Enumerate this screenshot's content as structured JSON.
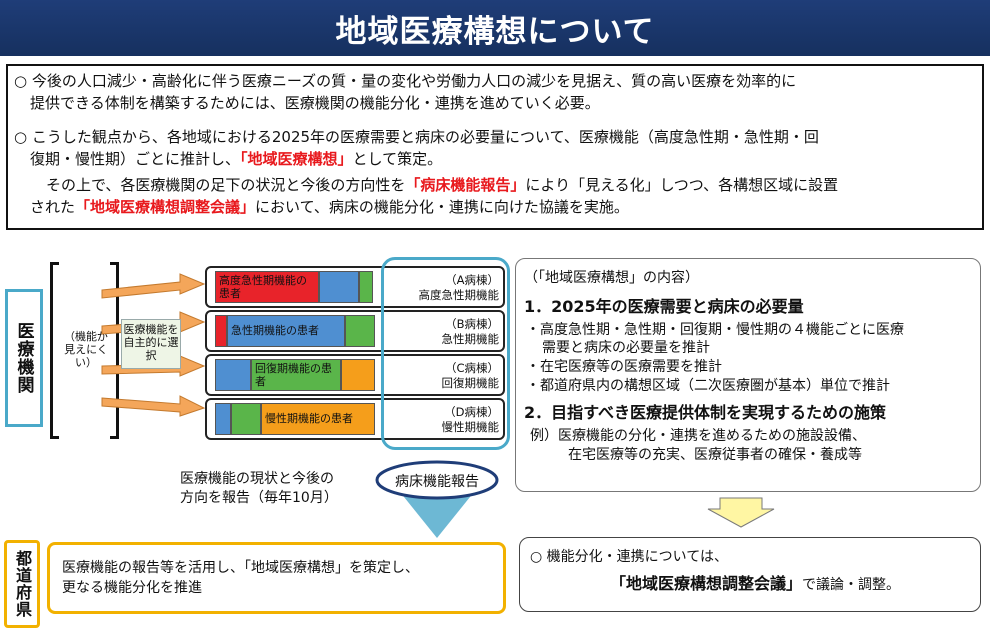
{
  "header": {
    "title": "地域医療構想について"
  },
  "intro": {
    "p1_l1": "○ 今後の人口減少・高齢化に伴う医療ニーズの質・量の変化や労働力人口の減少を見据え、質の高い医療を効率的に",
    "p1_l2": "提供できる体制を構築するためには、医療機関の機能分化・連携を進めていく必要。",
    "p2_l1": "○ こうした観点から、各地域における2025年の医療需要と病床の必要量について、医療機能（高度急性期・急性期・回",
    "p2_l2a": "復期・慢性期）ごとに推計し、",
    "p2_l2_red": "「地域医療構想」",
    "p2_l2b": "として策定。",
    "p3_l1a": "その上で、各医療機関の足下の状況と今後の方向性を",
    "p3_l1_red": "「病床機能報告」",
    "p3_l1b": "により「見える化」しつつ、各構想区域に設置",
    "p3_l2a": "された",
    "p3_l2_red": "「地域医療構想調整会議」",
    "p3_l2b": "において、病床の機能分化・連携に向けた協議を実施。"
  },
  "diagram": {
    "left_label": "医療機関",
    "note_unclear": "（機能が見えにくい）",
    "note_select": "医療機能を自主的に選択",
    "rows": [
      {
        "patient_label": "高度急性期機能の患者",
        "ward": "（A病棟）",
        "function": "高度急性期機能"
      },
      {
        "patient_label": "急性期機能の患者",
        "ward": "（B病棟）",
        "function": "急性期機能"
      },
      {
        "patient_label": "回復期機能の患者",
        "ward": "（C病棟）",
        "function": "回復期機能"
      },
      {
        "patient_label": "慢性期機能の患者",
        "ward": "（D病棟）",
        "function": "慢性期機能"
      }
    ],
    "report_text_l1": "医療機能の現状と今後の",
    "report_text_l2": "方向を報告（毎年10月）",
    "report_oval": "病床機能報告",
    "colors": {
      "red": "#e8232a",
      "blue": "#4f8fd1",
      "green": "#5ab54a",
      "orange": "#f59e1b",
      "teal": "#4aa9c9"
    }
  },
  "plan": {
    "heading": "（「地域医療構想」の内容）",
    "item1_title": "1．2025年の医療需要と病床の必要量",
    "item1_b1": "・高度急性期・急性期・回復期・慢性期の４機能ごとに医療",
    "item1_b1b": "需要と病床の必要量を推計",
    "item1_b2": "・在宅医療等の医療需要を推計",
    "item1_b3": "・都道府県内の構想区域（二次医療圏が基本）単位で推計",
    "item2_title": "2．目指すべき医療提供体制を実現するための施策",
    "item2_ex_l1": "例）医療機能の分化・連携を進めるための施設設備、",
    "item2_ex_l2": "在宅医療等の充実、医療従事者の確保・養成等"
  },
  "prefecture": {
    "label": "都道府県",
    "box_l1": "医療機能の報告等を活用し、「地域医療構想」を策定し、",
    "box_l2": "更なる機能分化を推進"
  },
  "council": {
    "l1": "○ 機能分化・連携については、",
    "l2_red": "「地域医療構想調整会議」",
    "l2b": "で議論・調整。"
  }
}
